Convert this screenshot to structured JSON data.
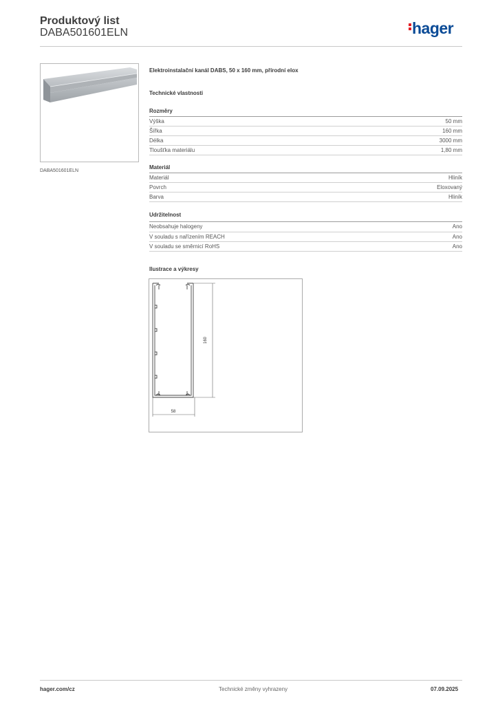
{
  "header": {
    "title": "Produktový list",
    "ref": "DABA501601ELN",
    "logo": "hager",
    "brand_color": "#0a4a96",
    "accent_color": "#e31f26"
  },
  "photo": {
    "caption": "DABA501601ELN"
  },
  "description": "Elektroinstalační kanál DABS, 50 x 160 mm, přírodní elox",
  "tech_heading": "Technické vlastnosti",
  "sections": [
    {
      "title": "Rozměry",
      "rows": [
        {
          "k": "Výška",
          "v": "50 mm"
        },
        {
          "k": "Šířka",
          "v": "160 mm"
        },
        {
          "k": "Délka",
          "v": "3000 mm"
        },
        {
          "k": "Tloušťka materiálu",
          "v": "1,80 mm"
        }
      ]
    },
    {
      "title": "Materiál",
      "rows": [
        {
          "k": "Materiál",
          "v": "Hliník"
        },
        {
          "k": "Povrch",
          "v": "Eloxovaný"
        },
        {
          "k": "Barva",
          "v": "Hliník"
        }
      ]
    },
    {
      "title": "Udržitelnost",
      "rows": [
        {
          "k": "Neobsahuje halogeny",
          "v": "Ano"
        },
        {
          "k": "V souladu s nařízením REACH",
          "v": "Ano"
        },
        {
          "k": "V souladu se směrnicí RoHS",
          "v": "Ano"
        }
      ]
    }
  ],
  "illustrations_heading": "Ilustrace a výkresy",
  "drawing": {
    "height_label": "160",
    "width_label": "58"
  },
  "footer": {
    "left": "hager.com/cz",
    "middle": "Technické změny vyhrazeny",
    "right": "07.09.2025"
  }
}
